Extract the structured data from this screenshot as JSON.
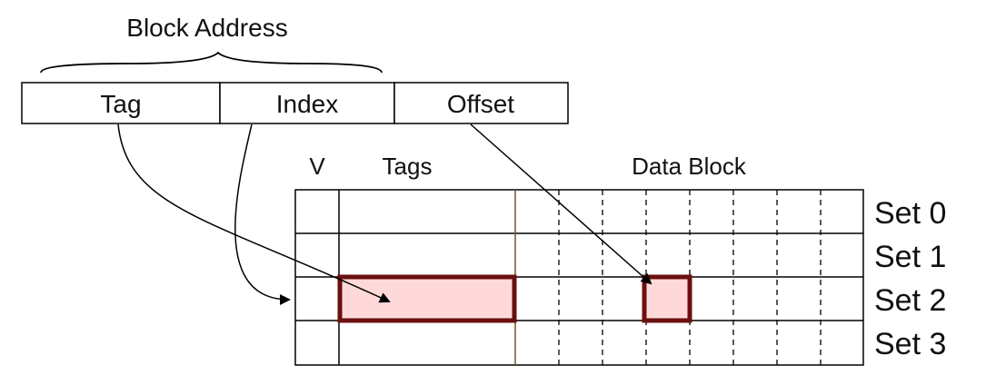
{
  "diagram": {
    "title": "Block Address",
    "address_fields": [
      "Tag",
      "Index",
      "Offset"
    ],
    "columns": {
      "valid": "V",
      "tags": "Tags",
      "data": "Data Block"
    },
    "sets": [
      "Set 0",
      "Set 1",
      "Set 2",
      "Set 3"
    ],
    "highlighted_set": 2,
    "highlight_color": "#ffd9d9",
    "highlight_border": "#6b0f0f",
    "data_block_border": "#6b5a2e"
  }
}
